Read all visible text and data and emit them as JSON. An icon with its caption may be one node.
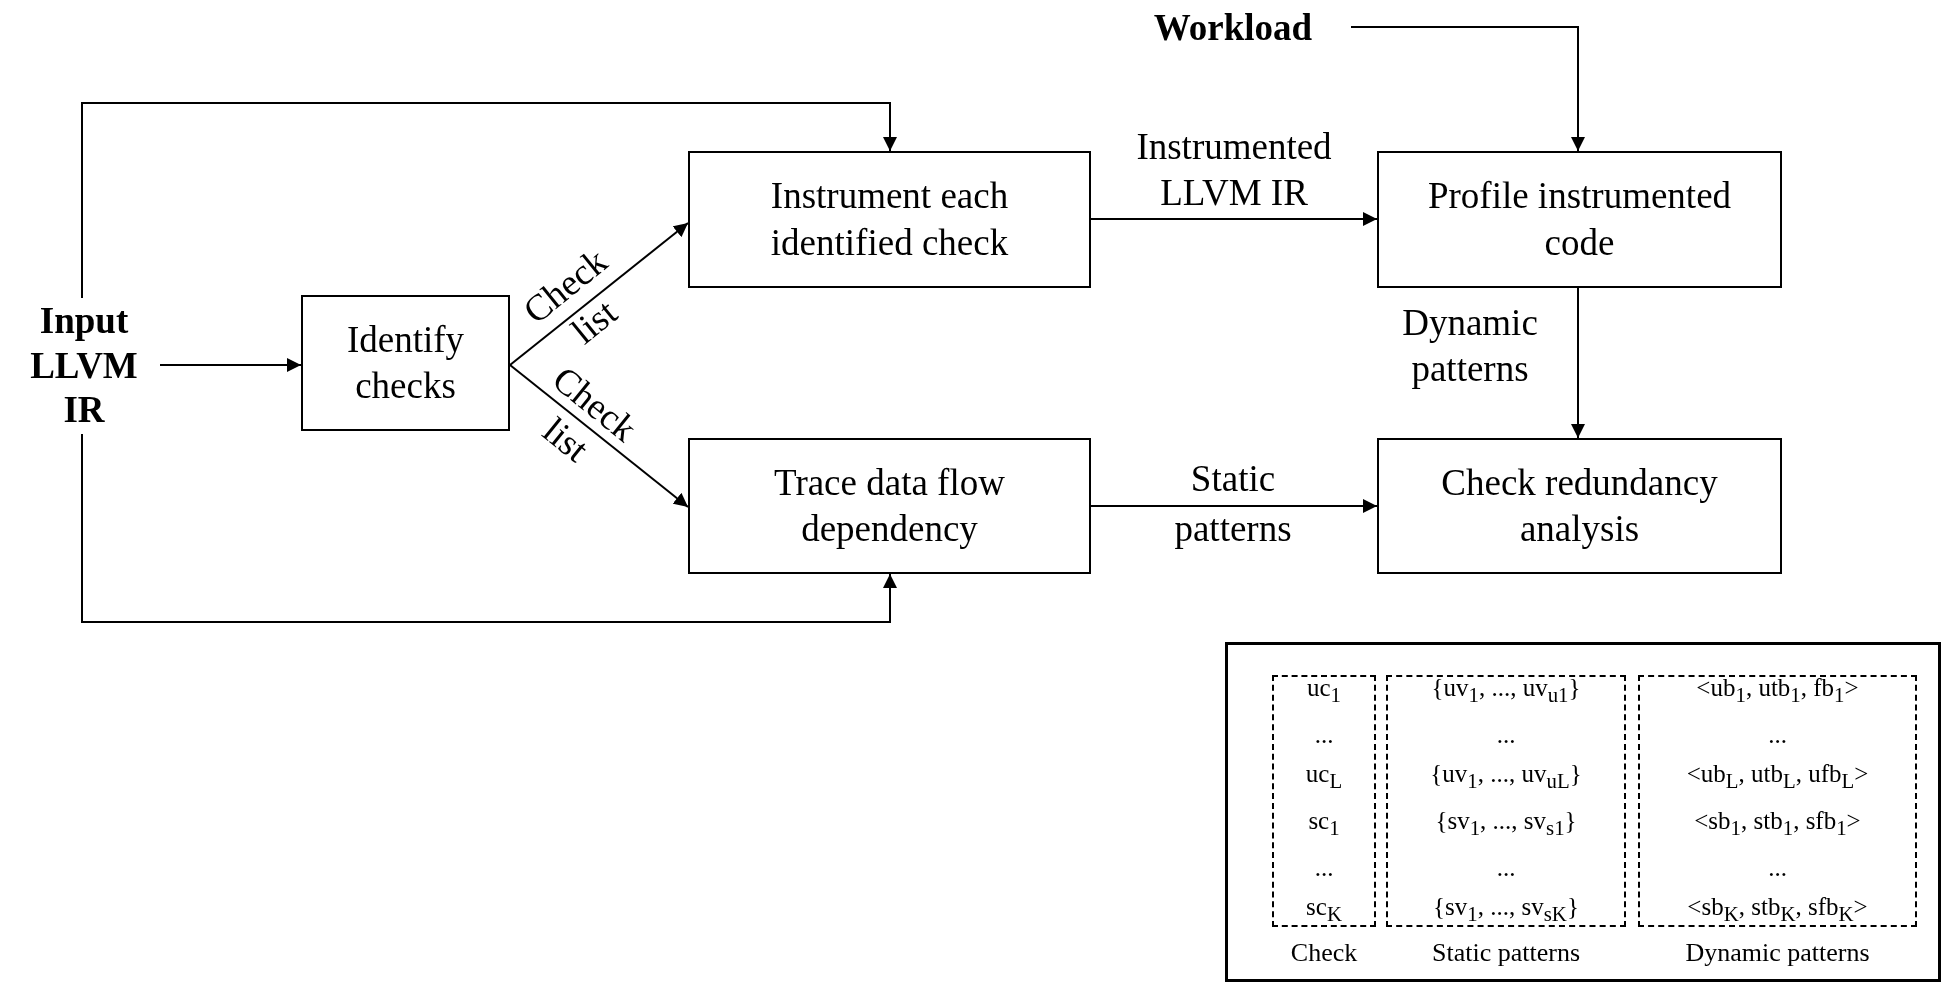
{
  "diagram": {
    "nodes": [
      {
        "text": [
          "Workload"
        ]
      },
      {
        "text": [
          "Input LLVM IR"
        ]
      },
      {
        "text": [
          "Identify checks"
        ]
      },
      {
        "text": [
          "Instrument each identified check"
        ]
      },
      {
        "text": [
          "Profile instrumented code"
        ]
      },
      {
        "text": [
          "Trace data flow dependency"
        ]
      },
      {
        "text": [
          "Check redundancy analysis"
        ]
      },
      {
        "text": [],
        "shape": "box"
      },
      {
        "text": [
          "uc$_{1}$",
          "...",
          "uc$_{L}$",
          "sc$_{1}$",
          "...",
          "sc$_{K}$"
        ],
        "beside": [
          "Check"
        ],
        "in": 7
      },
      {
        "text": [
          "{uv$_{1}$, ..., uv$_{u1}$}",
          "...",
          "{uv$_{1}$, ..., uv$_{uL}$}",
          "{sv$_{1}$, ..., sv$_{s1}$}",
          "...",
          "{sv$_{1}$, ..., sv$_{sK}$}"
        ],
        "beside": [
          "Static patterns"
        ],
        "in": 7
      },
      {
        "text": [
          "<ub$_{1}$, utb$_{1}$, fb$_{1}$>",
          "...",
          "<ub$_{L}$, utb$_{L}$, ufb$_{L}$>",
          "<sb$_{1}$, stb$_{1}$, sfb$_{1}$>",
          "...",
          "<sb$_{K}$, stb$_{K}$, sfb$_{K}$>"
        ],
        "beside": [
          "Dynamic patterns"
        ],
        "in": 7
      }
    ],
    "edges": [
      {
        "from": 1,
        "to": 3,
        "arrow": "to"
      },
      {
        "from": 0,
        "to": 4,
        "arrow": "to"
      },
      {
        "from": 1,
        "to": 2,
        "arrow": "to"
      },
      {
        "from": 2,
        "to": 3,
        "arrow": "to",
        "label": "Check list"
      },
      {
        "from": 2,
        "to": 5,
        "arrow": "to",
        "label": "Check list"
      },
      {
        "from": 3,
        "to": 4,
        "arrow": "to",
        "label": "Instrumented LLVM IR"
      },
      {
        "from": 4,
        "to": 6,
        "arrow": "to",
        "label": "Dynamic patterns"
      },
      {
        "from": 1,
        "to": 5,
        "arrow": "to"
      },
      {
        "from": 5,
        "to": 6,
        "arrow": "to",
        "label": "Static patterns"
      }
    ]
  }
}
